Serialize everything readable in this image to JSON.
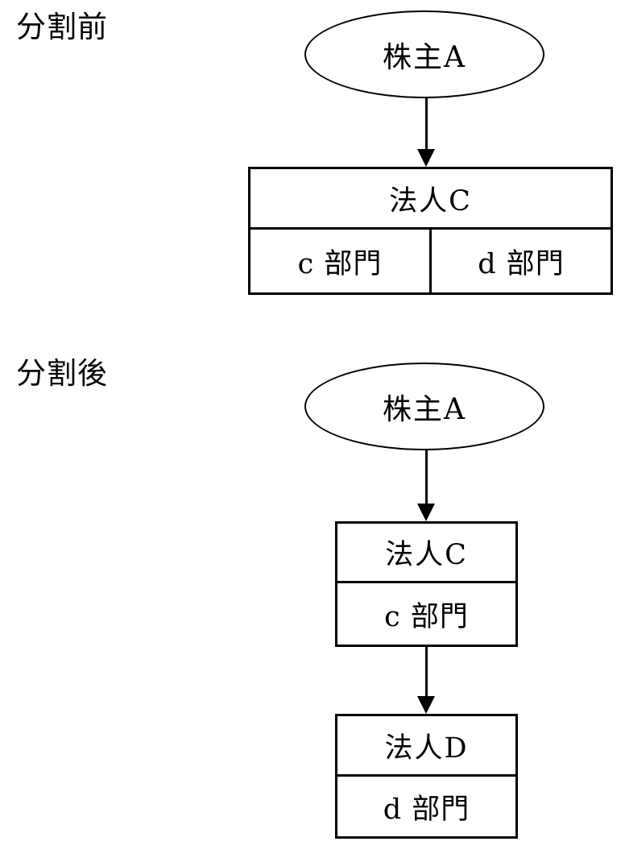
{
  "page": {
    "background_color": "#ffffff",
    "line_color": "#000000"
  },
  "before": {
    "section_label": "分割前",
    "shareholder": "株主A",
    "company": {
      "name": "法人C",
      "division_left": "c 部門",
      "division_right": "d 部門"
    }
  },
  "after": {
    "section_label": "分割後",
    "shareholder": "株主A",
    "company_c": {
      "name": "法人C",
      "division": "c 部門"
    },
    "company_d": {
      "name": "法人D",
      "division": "d 部門"
    }
  }
}
